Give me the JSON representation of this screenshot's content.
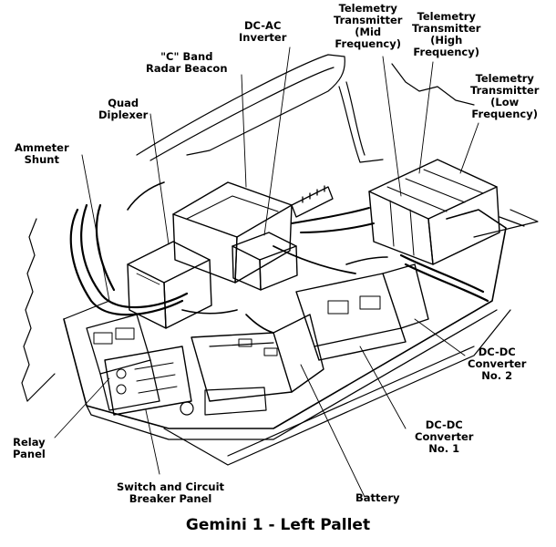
{
  "title": "Gemini 1 - Left Pallet",
  "labels": {
    "dc_ac_inverter": [
      "DC-AC",
      "Inverter"
    ],
    "c_band_radar_beacon": [
      "\"C\" Band",
      "Radar Beacon"
    ],
    "quad_diplexer": [
      "Quad",
      "Diplexer"
    ],
    "ammeter_shunt": [
      "Ammeter",
      "Shunt"
    ],
    "telemetry_mid": [
      "Telemetry",
      "Transmitter",
      "(Mid",
      "Frequency)"
    ],
    "telemetry_high": [
      "Telemetry",
      "Transmitter",
      "(High",
      "Frequency)"
    ],
    "telemetry_low": [
      "Telemetry",
      "Transmitter",
      "(Low",
      "Frequency)"
    ],
    "dc_dc_converter_2": [
      "DC-DC",
      "Converter",
      "No. 2"
    ],
    "dc_dc_converter_1": [
      "DC-DC",
      "Converter",
      "No. 1"
    ],
    "relay_panel": [
      "Relay",
      "Panel"
    ],
    "switch_breaker_panel": [
      "Switch and Circuit",
      "Breaker Panel"
    ],
    "battery": [
      "Battery"
    ]
  }
}
